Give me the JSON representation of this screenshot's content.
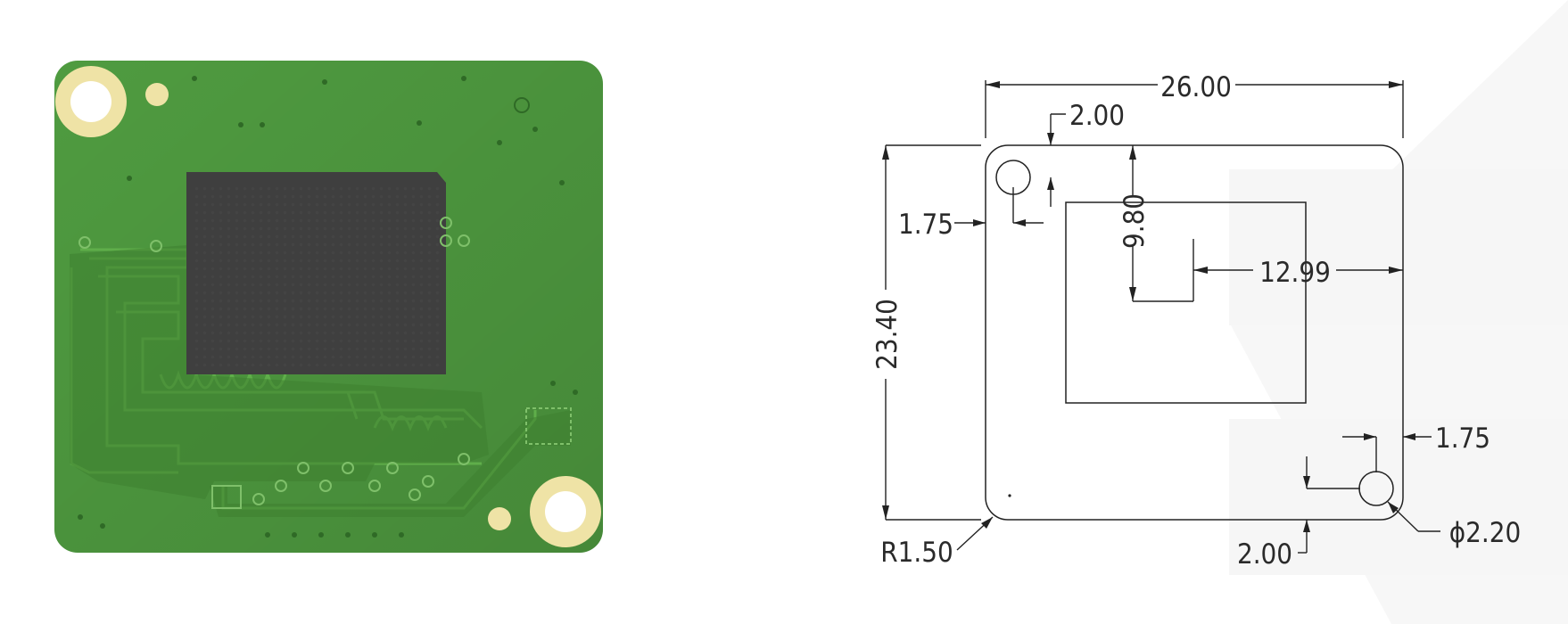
{
  "colors": {
    "pcb_green": "#4e9a3f",
    "pcb_green_dark": "#3d7f31",
    "trace_green": "#5fae4a",
    "chip_gray": "#3f3f3f",
    "pad_gold": "#efe3a6",
    "line_color": "#222222"
  },
  "drawing": {
    "dimensions": {
      "width": "26.00",
      "height": "23.40",
      "hole_offset_top": "2.00",
      "hole_offset_left": "1.75",
      "chip_offset_top": "9.80",
      "chip_offset_right": "12.99",
      "hole_offset_right": "1.75",
      "hole_offset_bottom": "2.00",
      "corner_radius": "R1.50",
      "hole_diameter": "ϕ2.20"
    }
  }
}
